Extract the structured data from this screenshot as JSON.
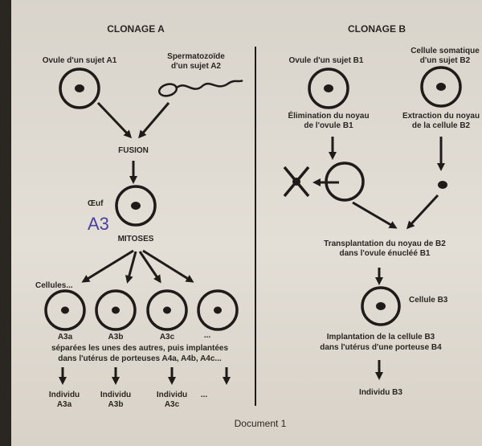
{
  "clonage_a": {
    "title": "CLONAGE A",
    "ovule_label": "Ovule d'un sujet A1",
    "sperm_label_line1": "Spermatozoïde",
    "sperm_label_line2": "d'un sujet A2",
    "fusion_label": "FUSION",
    "oeuf_label": "Œuf",
    "handwritten_note": "A3",
    "mitoses_label": "MITOSES",
    "cellules_label": "Cellules...",
    "cell_labels": [
      "A3a",
      "A3b",
      "A3c",
      "..."
    ],
    "separated_line1": "séparées les unes des autres, puis implantées",
    "separated_line2": "dans l'utérus de porteuses A4a, A4b, A4c...",
    "individu_word": "Individu",
    "individus": [
      "A3a",
      "A3b",
      "A3c"
    ],
    "ellipsis": "..."
  },
  "clonage_b": {
    "title": "CLONAGE B",
    "ovule_label": "Ovule d'un sujet B1",
    "somatic_label_line1": "Cellule somatique",
    "somatic_label_line2": "d'un sujet B2",
    "elimination_line1": "Élimination du noyau",
    "elimination_line2": "de l'ovule B1",
    "extraction_line1": "Extraction du noyau",
    "extraction_line2": "de la cellule B2",
    "transplant_line1": "Transplantation du noyau de B2",
    "transplant_line2": "dans l'ovule énucléé B1",
    "cellule_b3_label": "Cellule B3",
    "implant_line1": "Implantation de la cellule B3",
    "implant_line2": "dans l'utérus d'une porteuse B4",
    "individu_label": "Individu B3"
  },
  "footer": {
    "document_label": "Document 1"
  }
}
